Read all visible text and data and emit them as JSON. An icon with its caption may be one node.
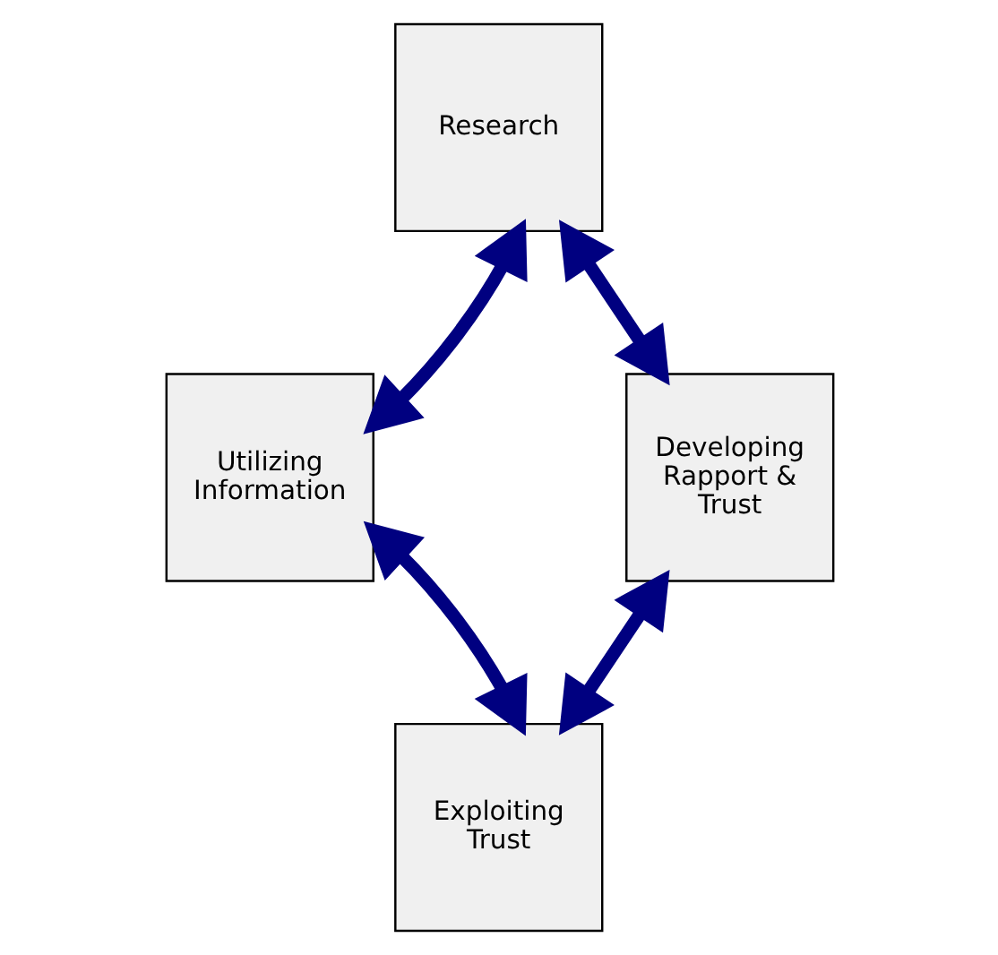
{
  "diagram": {
    "nodes": [
      {
        "text": [
          "Research"
        ]
      },
      {
        "text": [
          "Utilizing Information"
        ]
      },
      {
        "text": [
          "Developing Rapport & Trust"
        ]
      },
      {
        "text": [
          "Exploiting Trust"
        ]
      }
    ],
    "edges": [
      {
        "from": 0,
        "to": 2,
        "arrow": "both"
      },
      {
        "from": 2,
        "to": 3,
        "arrow": "both"
      },
      {
        "from": 3,
        "to": 1,
        "arrow": "both"
      },
      {
        "from": 1,
        "to": 0,
        "arrow": "both"
      }
    ]
  }
}
